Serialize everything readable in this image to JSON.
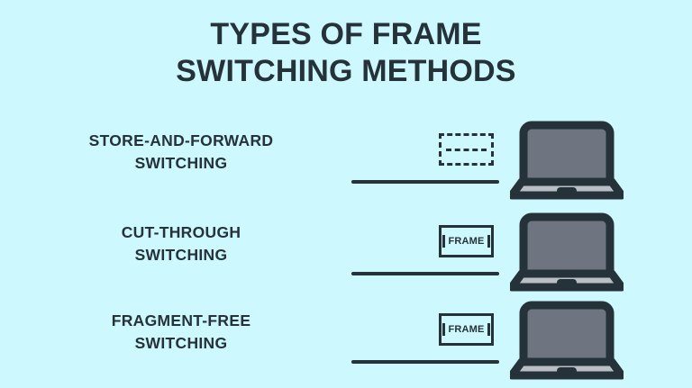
{
  "theme": {
    "background": "#cdf8fd",
    "ink": "#26323a",
    "screen_fill": "#6e7480",
    "base_fill": "#b9bfc4"
  },
  "title": {
    "line1": "TYPES OF FRAME",
    "line2": "SWITCHING METHODS"
  },
  "rows": [
    {
      "label_line1": "STORE-AND-FORWARD",
      "label_line2": "SWITCHING",
      "packet_style": "dashed-empty",
      "packet_text": "",
      "wire_icon": "horizontal-line",
      "device_icon": "laptop-icon"
    },
    {
      "label_line1": "CUT-THROUGH",
      "label_line2": "SWITCHING",
      "packet_style": "bracketed-labeled",
      "packet_text": "FRAME",
      "wire_icon": "horizontal-line",
      "device_icon": "laptop-icon"
    },
    {
      "label_line1": "FRAGMENT-FREE",
      "label_line2": "SWITCHING",
      "packet_style": "bracketed-labeled",
      "packet_text": "FRAME",
      "wire_icon": "horizontal-line",
      "device_icon": "laptop-icon"
    }
  ]
}
